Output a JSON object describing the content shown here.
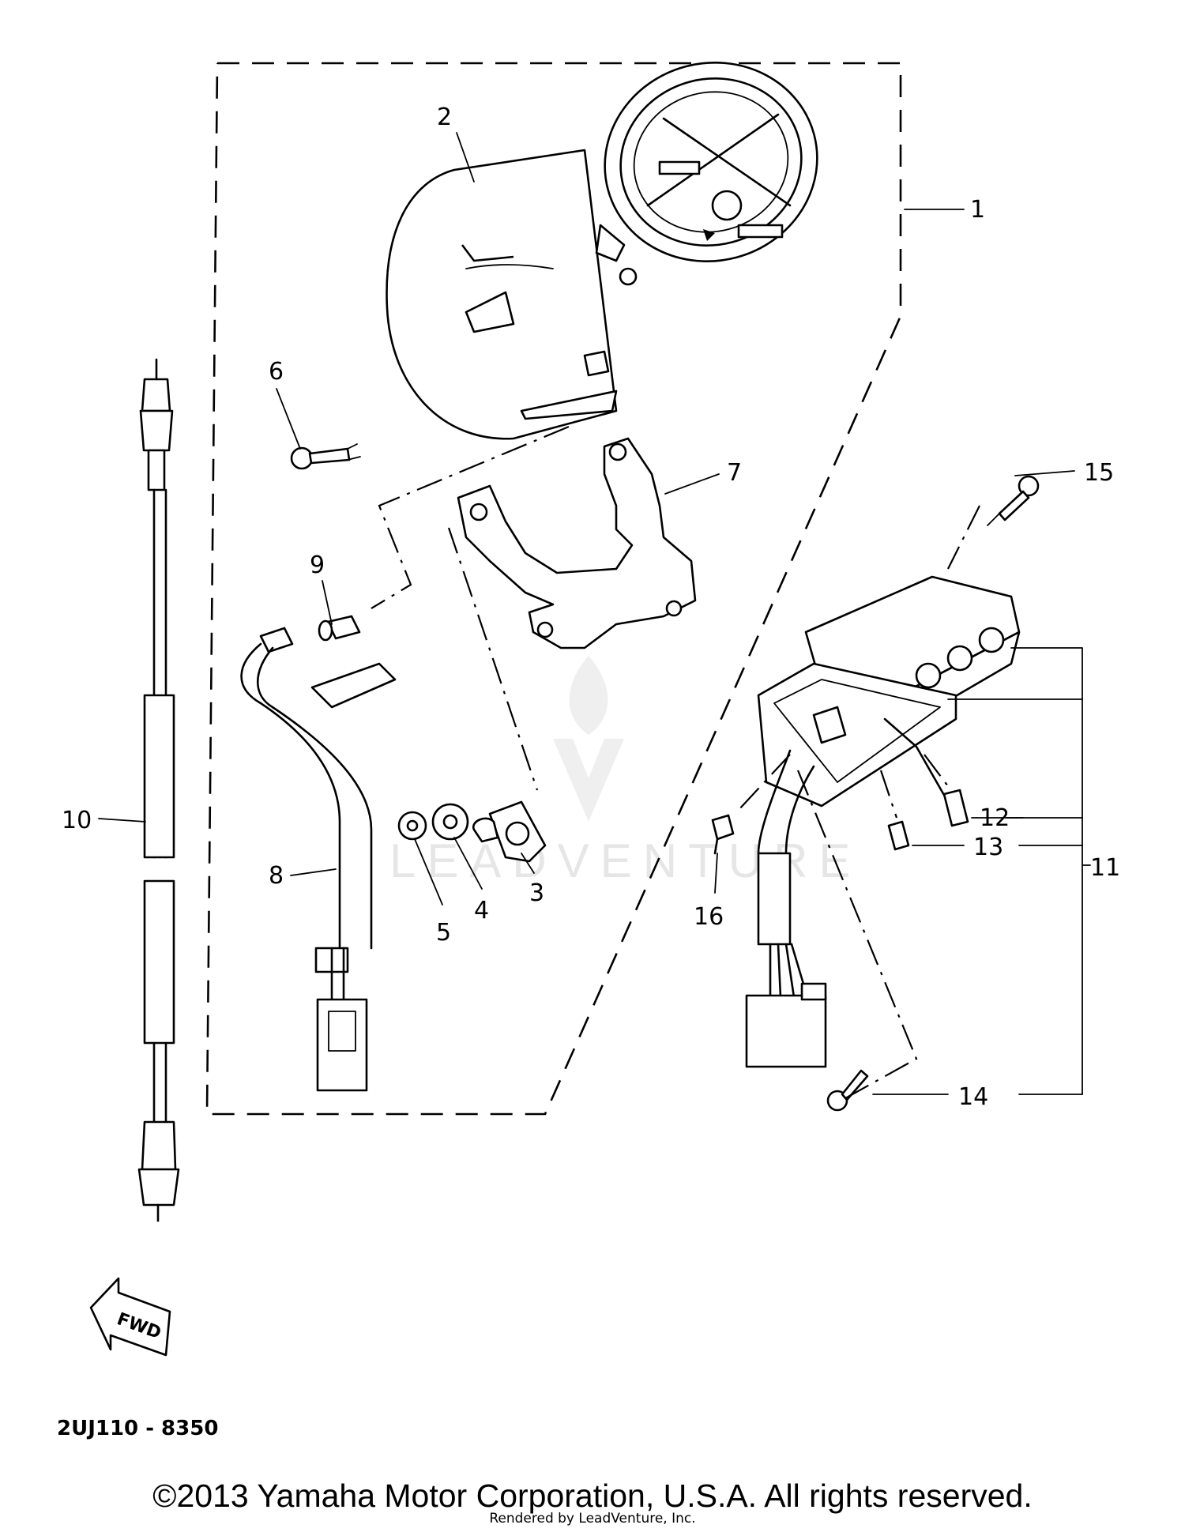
{
  "callouts": [
    "1",
    "2",
    "3",
    "4",
    "5",
    "6",
    "7",
    "8",
    "9",
    "10",
    "11",
    "12",
    "13",
    "14",
    "15",
    "16"
  ],
  "direction_marker": "FWD",
  "diagram_code": "2UJ110 - 8350",
  "watermark": "LEADVENTURE",
  "copyright": "©2013 Yamaha Motor Corporation, U.S.A. All rights reserved.",
  "rendered_by": "Rendered by LeadVenture, Inc."
}
